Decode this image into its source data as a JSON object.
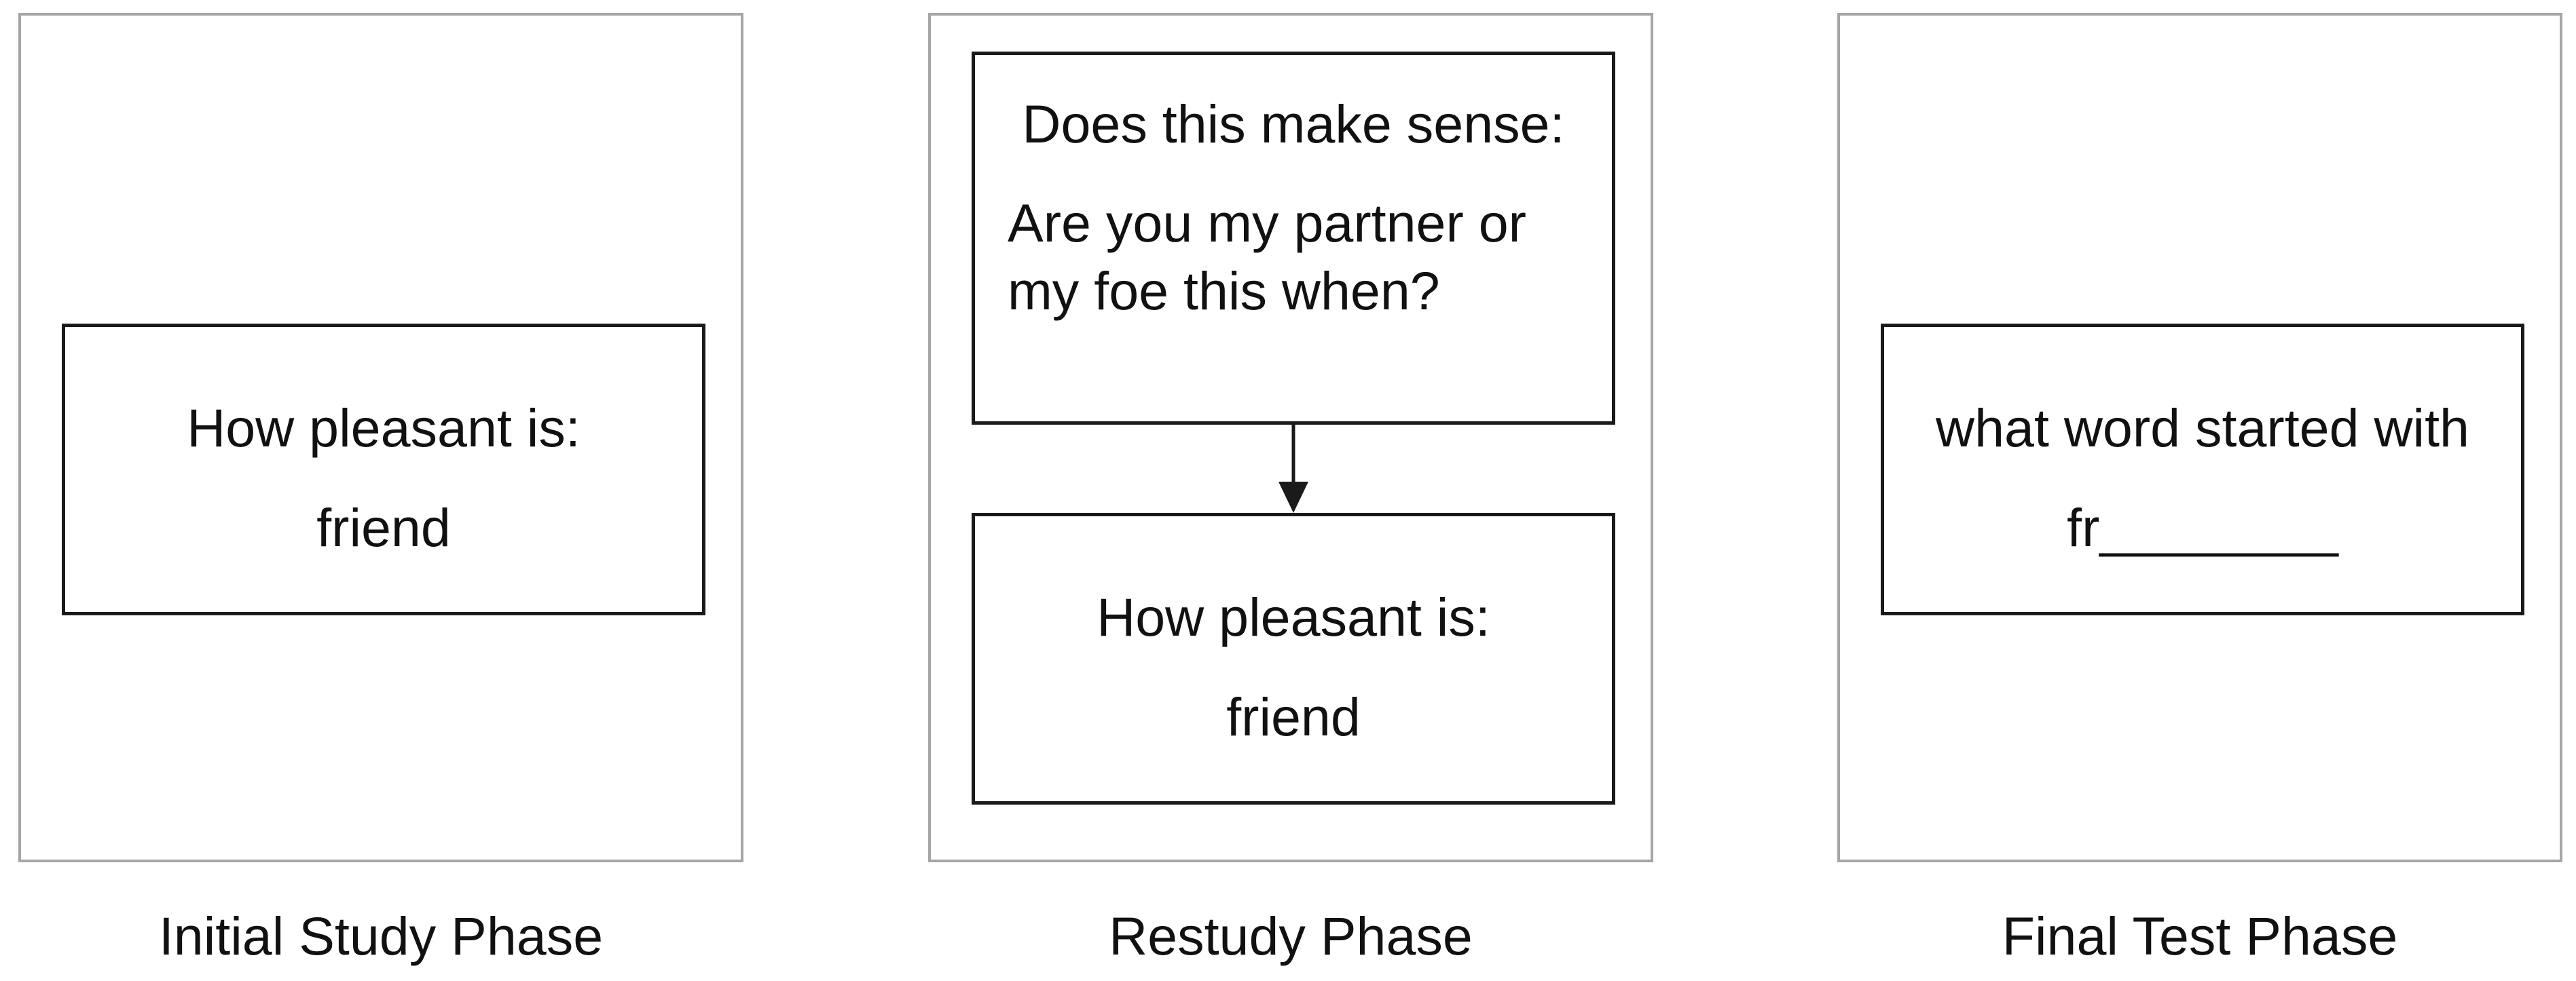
{
  "phases": {
    "initial_study": {
      "caption": "Initial Study Phase",
      "card": {
        "prompt": "How pleasant is:",
        "word": "friend"
      }
    },
    "restudy": {
      "caption": "Restudy Phase",
      "top_card": {
        "prompt": "Does this make sense:",
        "sentence_line_1": "Are you my partner or",
        "sentence_line_2": "my foe this when?"
      },
      "bottom_card": {
        "prompt": "How pleasant is:",
        "word": "friend"
      }
    },
    "final_test": {
      "caption": "Final Test Phase",
      "card": {
        "prompt": "what word started with",
        "cue": "fr________"
      }
    }
  }
}
